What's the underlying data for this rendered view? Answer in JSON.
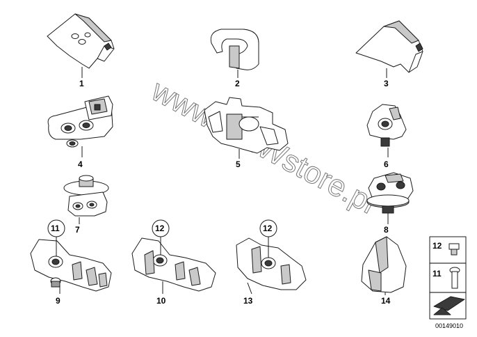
{
  "watermark": "www.BMWstore.pl",
  "parts": [
    {
      "id": "part-1",
      "number": "1"
    },
    {
      "id": "part-2",
      "number": "2"
    },
    {
      "id": "part-3",
      "number": "3"
    },
    {
      "id": "part-4",
      "number": "4"
    },
    {
      "id": "part-5",
      "number": "5"
    },
    {
      "id": "part-6",
      "number": "6"
    },
    {
      "id": "part-7",
      "number": "7"
    },
    {
      "id": "part-8",
      "number": "8"
    },
    {
      "id": "part-9",
      "number": "9"
    },
    {
      "id": "part-10",
      "number": "10"
    },
    {
      "id": "part-13",
      "number": "13"
    },
    {
      "id": "part-14",
      "number": "14"
    }
  ],
  "references": {
    "ref_9": "11",
    "ref_10": "12",
    "ref_13": "12"
  },
  "legend": {
    "item_a": "12",
    "item_b": "11"
  },
  "diagram_code": "00149010"
}
